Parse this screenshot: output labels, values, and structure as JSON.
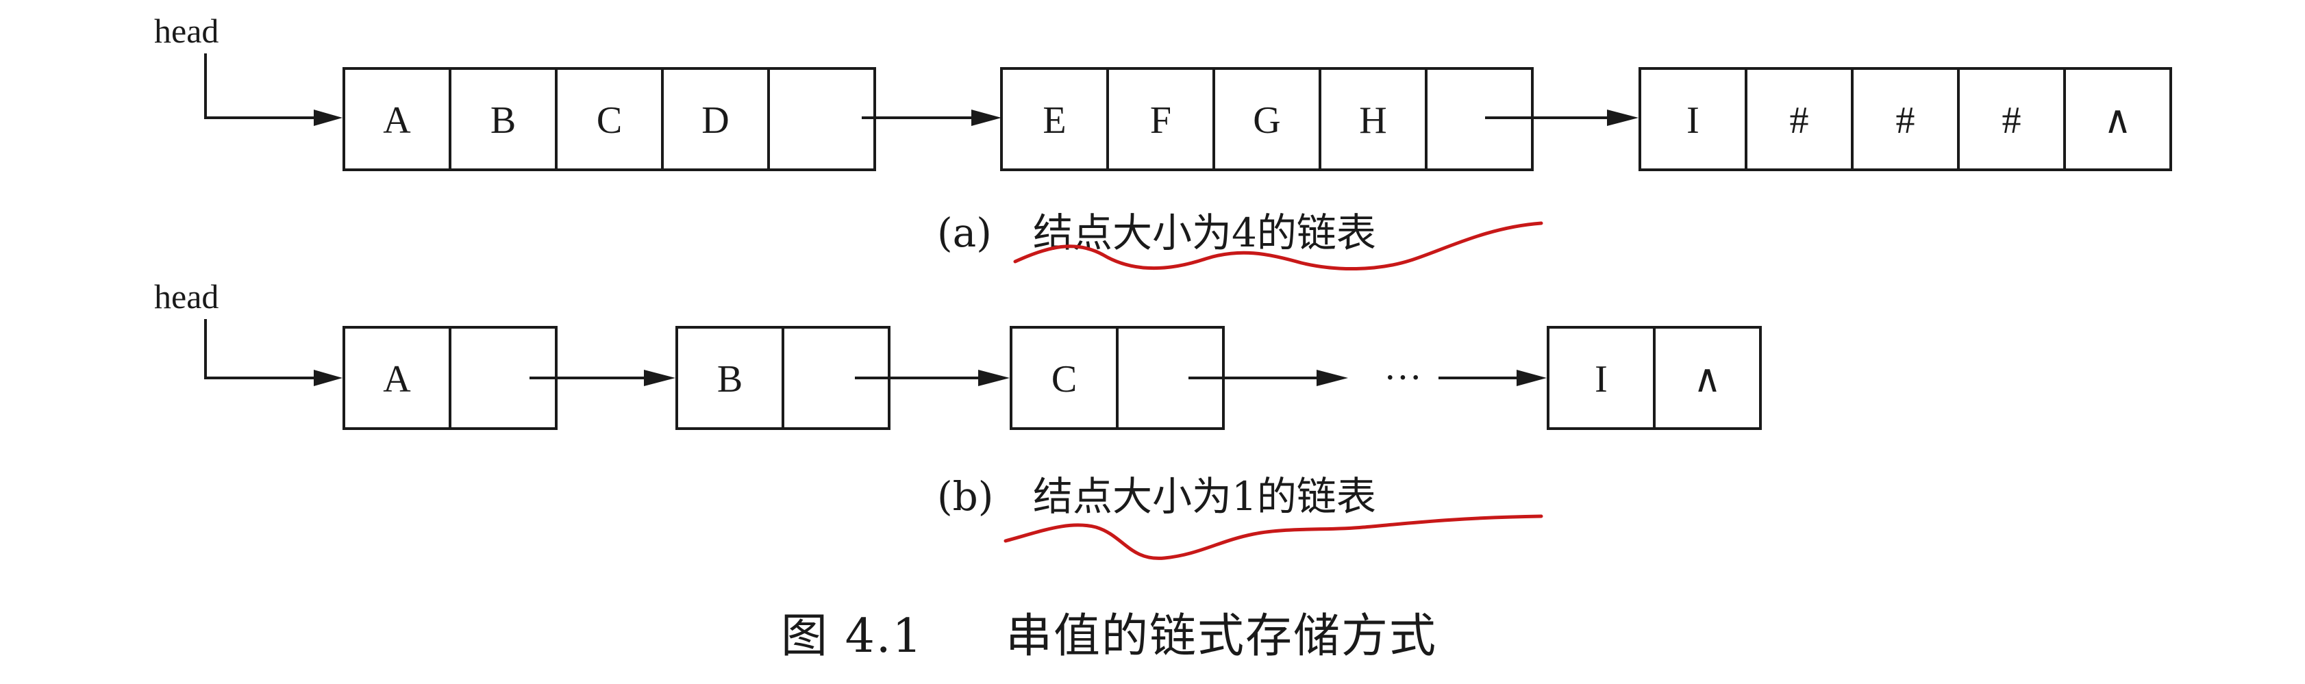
{
  "diagram": {
    "row_a": {
      "head_label": "head",
      "nodes": [
        [
          "A",
          "B",
          "C",
          "D",
          ""
        ],
        [
          "E",
          "F",
          "G",
          "H",
          ""
        ],
        [
          "I",
          "#",
          "#",
          "#",
          "∧"
        ]
      ],
      "caption_label": "(a)",
      "caption_text": "结点大小为4的链表"
    },
    "row_b": {
      "head_label": "head",
      "nodes": [
        [
          "A",
          ""
        ],
        [
          "B",
          ""
        ],
        [
          "C",
          ""
        ],
        [
          "I",
          "∧"
        ]
      ],
      "ellipsis": "···",
      "caption_label": "(b)",
      "caption_text": "结点大小为1的链表"
    },
    "figure_caption": {
      "number": "图 4.1",
      "title": "串值的链式存储方式"
    }
  },
  "colors": {
    "ink": "#1a1a1a",
    "annotation": "#c81818"
  }
}
